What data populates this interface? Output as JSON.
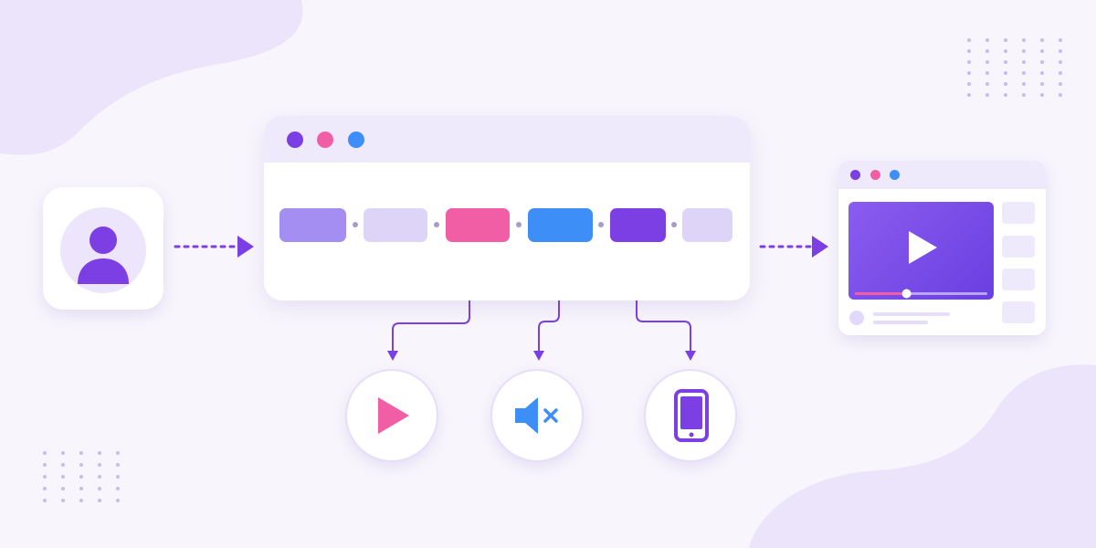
{
  "colors": {
    "purple": "#7b3fe4",
    "pink": "#f25ea6",
    "blue": "#3e8ef7",
    "lavender": "#9c82ee",
    "light_lavender": "#ddd4f8",
    "blob": "#ece4fa",
    "dots": "#c9bbee"
  },
  "diagram": {
    "nodes": [
      {
        "id": "user",
        "icon": "user-avatar-icon"
      },
      {
        "id": "timeline",
        "icon": "browser-window-icon",
        "window_dots": [
          "#7b3fe4",
          "#f25ea6",
          "#3e8ef7"
        ]
      },
      {
        "id": "video-player",
        "icon": "video-player-icon",
        "window_dots": [
          "#7b3fe4",
          "#f25ea6",
          "#3e8ef7"
        ]
      }
    ],
    "timeline_segments": [
      "#a48ef1",
      "#ddd4f8",
      "#f25ea6",
      "#3e8ef7",
      "#7b3fe4",
      "#ddd4f8"
    ],
    "actions": [
      {
        "icon": "play-icon",
        "color": "#f25ea6",
        "from_segment": 2
      },
      {
        "icon": "mute-icon",
        "color": "#3e8ef7",
        "from_segment": 3
      },
      {
        "icon": "mobile-phone-icon",
        "color": "#7b3fe4",
        "from_segment": 4
      }
    ],
    "edges": [
      {
        "from": "user",
        "to": "timeline",
        "style": "dashed-arrow"
      },
      {
        "from": "timeline",
        "to": "video-player",
        "style": "dashed-arrow"
      }
    ],
    "video_progress": 0.39
  }
}
